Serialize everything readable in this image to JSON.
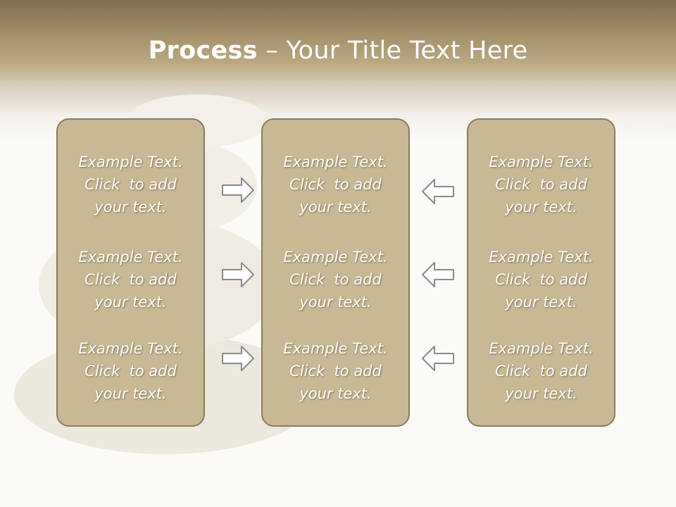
{
  "title": {
    "bold": "Process",
    "rest": " – Your Title Text Here"
  },
  "columns": [
    {
      "items": [
        {
          "line1": "Example Text.",
          "line2": "Click  to add",
          "line3": "your text."
        },
        {
          "line1": "Example Text.",
          "line2": "Click  to add",
          "line3": "your text."
        },
        {
          "line1": "Example Text.",
          "line2": "Click  to add",
          "line3": "your text."
        }
      ]
    },
    {
      "items": [
        {
          "line1": "Example Text.",
          "line2": "Click  to add",
          "line3": "your text."
        },
        {
          "line1": "Example Text.",
          "line2": "Click  to add",
          "line3": "your text."
        },
        {
          "line1": "Example Text.",
          "line2": "Click  to add",
          "line3": "your text."
        }
      ]
    },
    {
      "items": [
        {
          "line1": "Example Text.",
          "line2": "Click  to add",
          "line3": "your text."
        },
        {
          "line1": "Example Text.",
          "line2": "Click  to add",
          "line3": "your text."
        },
        {
          "line1": "Example Text.",
          "line2": "Click  to add",
          "line3": "your text."
        }
      ]
    }
  ],
  "arrows": {
    "left_group": "arrow-right-icon",
    "right_group": "arrow-left-icon"
  },
  "colors": {
    "panel_fill": "#c8b893",
    "panel_border": "#8b7a5e",
    "header": "#a8946d",
    "text": "#ffffff"
  }
}
